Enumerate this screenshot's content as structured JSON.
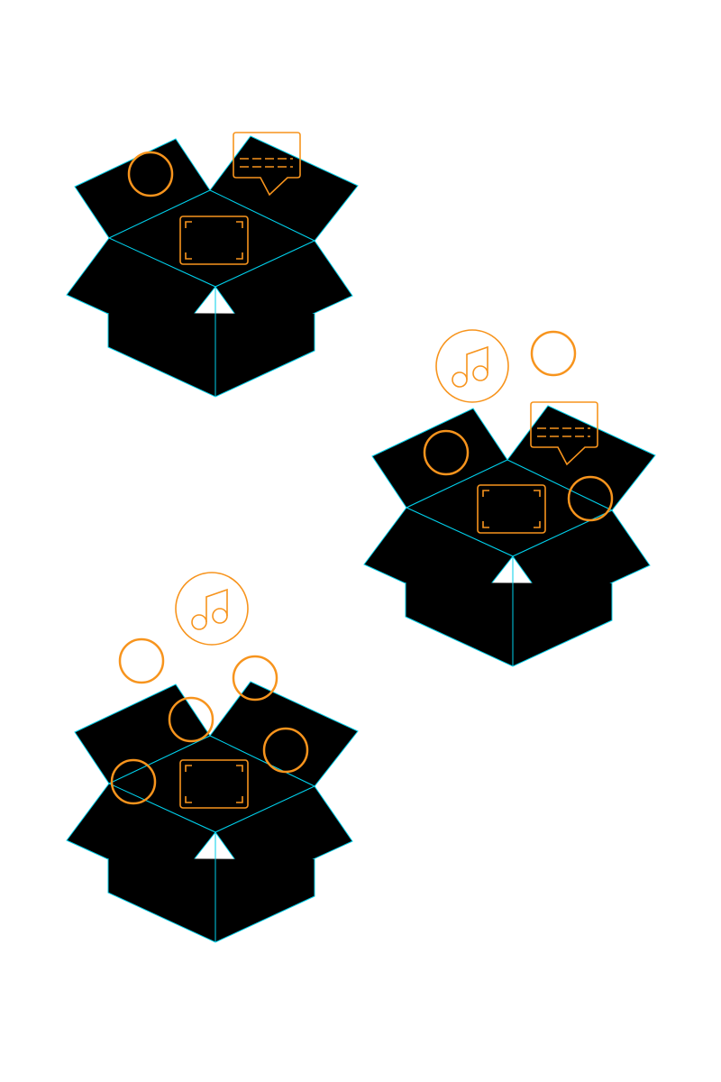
{
  "colors": {
    "box": "#00CFEA",
    "items": "#F7941D",
    "background": "#FFFFFF"
  },
  "scene": {
    "boxes": [
      {
        "icons": [
          "circle",
          "speech-bubble-icon",
          "photo-frame-icon"
        ]
      },
      {
        "icons": [
          "music-note-icon",
          "circle",
          "circle",
          "speech-bubble-icon",
          "circle",
          "photo-frame-icon"
        ]
      },
      {
        "icons": [
          "music-note-icon",
          "circle",
          "circle",
          "circle",
          "circle",
          "circle",
          "photo-frame-icon"
        ]
      }
    ]
  }
}
